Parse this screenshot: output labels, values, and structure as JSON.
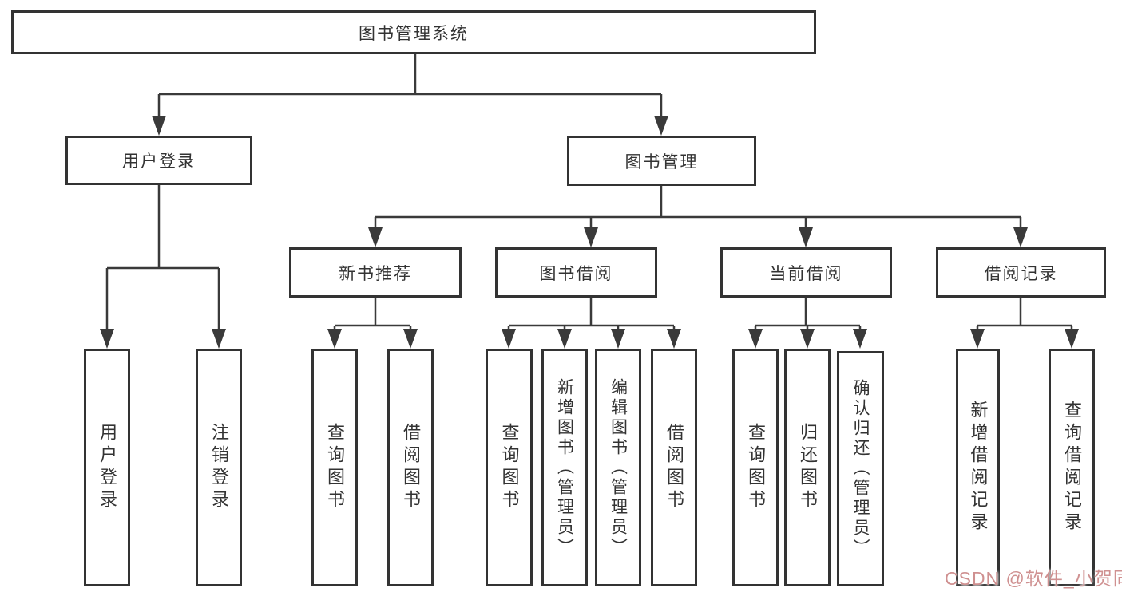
{
  "diagram_title": "图书管理系统",
  "tree": {
    "root": "图书管理系统",
    "children": [
      {
        "label": "用户登录",
        "children": [
          "用户登录",
          "注销登录"
        ]
      },
      {
        "label": "图书管理",
        "children": [
          {
            "label": "新书推荐",
            "children": [
              "查询图书",
              "借阅图书"
            ]
          },
          {
            "label": "图书借阅",
            "children": [
              "查询图书",
              "新增图书（管理员）",
              "编辑图书（管理员）",
              "借阅图书"
            ]
          },
          {
            "label": "当前借阅",
            "children": [
              "查询图书",
              "归还图书",
              "确认归还（管理员）"
            ]
          },
          {
            "label": "借阅记录",
            "children": [
              "新增借阅记录",
              "查询借阅记录"
            ]
          }
        ]
      }
    ]
  },
  "watermark": {
    "text": "CSDN @软件_小贺同学"
  },
  "colors": {
    "border": "#333333",
    "line": "#3a3a3a",
    "text": "#333333",
    "background": "#ffffff",
    "watermark": "#cf9090"
  }
}
